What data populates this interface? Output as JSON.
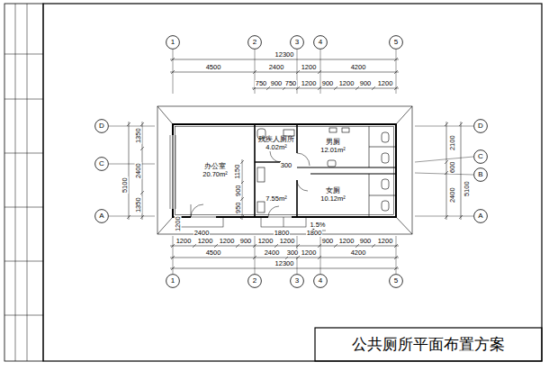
{
  "diagram": {
    "title": "公共厕所平面布置方案",
    "nodes": [
      {
        "text": [
          "1"
        ]
      },
      {
        "text": [
          "2"
        ]
      },
      {
        "text": [
          "3"
        ]
      },
      {
        "text": [
          "4"
        ]
      },
      {
        "text": [
          "5"
        ]
      },
      {
        "text": [
          "D"
        ]
      },
      {
        "text": [
          "D"
        ]
      },
      {
        "text": [
          "残疾人厕所",
          "4.02m²"
        ]
      },
      {
        "text": [
          "男厕",
          "12.01m²"
        ]
      },
      {
        "text": [
          "C"
        ]
      },
      {
        "text": [
          "C"
        ]
      },
      {
        "text": [
          "B"
        ]
      },
      {
        "text": [
          "办公室",
          "20.70m²"
        ]
      },
      {
        "text": [
          "7.55m²"
        ]
      },
      {
        "text": [
          "女厕",
          "10.12m²"
        ]
      },
      {
        "text": [
          "A"
        ]
      },
      {
        "text": [
          "A"
        ]
      },
      {
        "text": [
          "1"
        ]
      },
      {
        "text": [
          "2"
        ]
      },
      {
        "text": [
          "3"
        ]
      },
      {
        "text": [
          "4"
        ]
      },
      {
        "text": [
          "5"
        ]
      }
    ],
    "labels": [
      "12300",
      "4500",
      "2400",
      "1200",
      "4200",
      "750",
      "900",
      "750",
      "1200",
      "900",
      "1200",
      "900",
      "1200",
      "1350",
      "2400",
      "1350",
      "5100",
      "2100",
      "600",
      "2400",
      "5100",
      "300",
      "1150",
      "900",
      "950",
      "1200",
      "2400",
      "1.5%",
      "1800",
      "1800",
      "1200",
      "1200",
      "1200",
      "900",
      "1200",
      "1200",
      "900",
      "1200",
      "900",
      "1200",
      "4500",
      "2400",
      "300",
      "1200",
      "4200",
      "12300"
    ]
  }
}
